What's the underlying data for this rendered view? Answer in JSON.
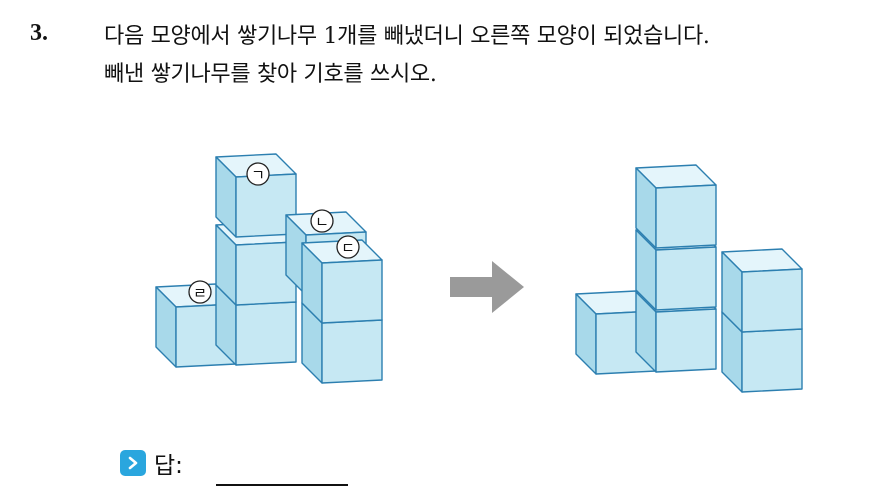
{
  "question": {
    "number": "3.",
    "line1": "다음 모양에서 쌓기나무 1개를 빼냈더니 오른쪽 모양이 되었습니다.",
    "line2": "빼낸 쌓기나무를 찾아 기호를 쓰시오."
  },
  "markers": {
    "a": "ㄱ",
    "b": "ㄴ",
    "c": "ㄷ",
    "d": "ㄹ"
  },
  "answer": {
    "label": "답:",
    "value": ""
  },
  "colors": {
    "cube_top": "#e4f5fb",
    "cube_front": "#c6e8f3",
    "cube_side": "#a8d9ea",
    "cube_edge": "#2c7fb0",
    "arrow": "#9a9a9a",
    "answer_icon": "#2aa6de"
  }
}
